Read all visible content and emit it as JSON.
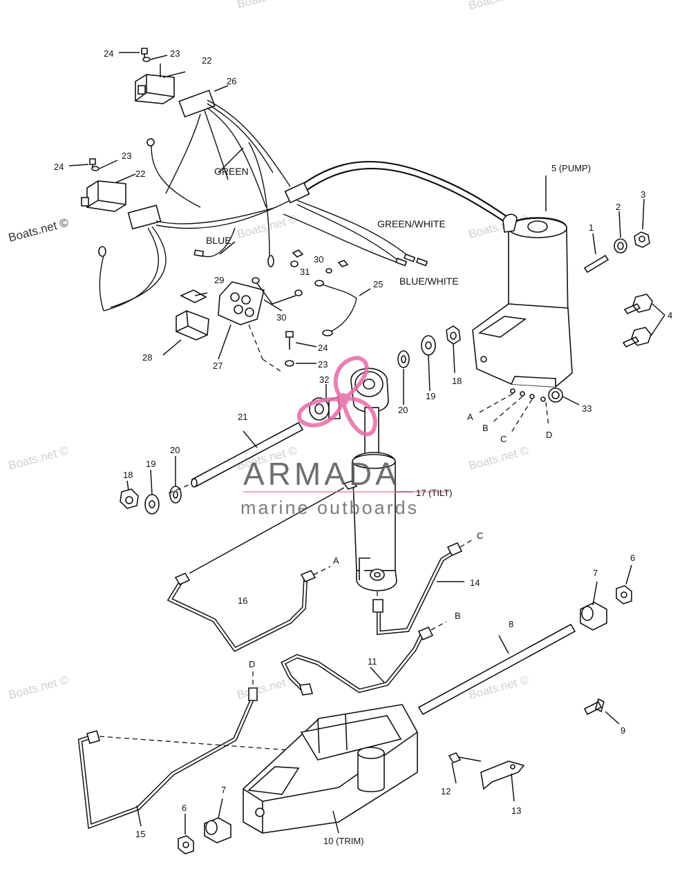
{
  "watermark": {
    "text": "Boats.net ©"
  },
  "brand": {
    "name": "ARMADA",
    "tagline": "marine outboards",
    "accent_color": "#e86aa9",
    "text_color": "#555555"
  },
  "wire_labels": {
    "green": "GREEN",
    "blue": "BLUE",
    "green_white": "GREEN/WHITE",
    "blue_white": "BLUE/WHITE"
  },
  "callouts": {
    "p1": "1",
    "p2": "2",
    "p3": "3",
    "p4": "4",
    "p5": "5 (PUMP)",
    "p6": "6",
    "p7": "7",
    "p8": "8",
    "p9": "9",
    "p10": "10 (TRIM)",
    "p11": "11",
    "p12": "12",
    "p13": "13",
    "p14": "14",
    "p15": "15",
    "p16": "16",
    "p17": "17 (TILT)",
    "p18": "18",
    "p19": "19",
    "p20": "20",
    "p21": "21",
    "p22": "22",
    "p23": "23",
    "p24": "24",
    "p25": "25",
    "p26": "26",
    "p27": "27",
    "p28": "28",
    "p29": "29",
    "p30": "30",
    "p31": "31",
    "p32": "32",
    "p33": "33"
  },
  "connection_letters": {
    "a": "A",
    "b": "B",
    "c": "C",
    "d": "D"
  }
}
